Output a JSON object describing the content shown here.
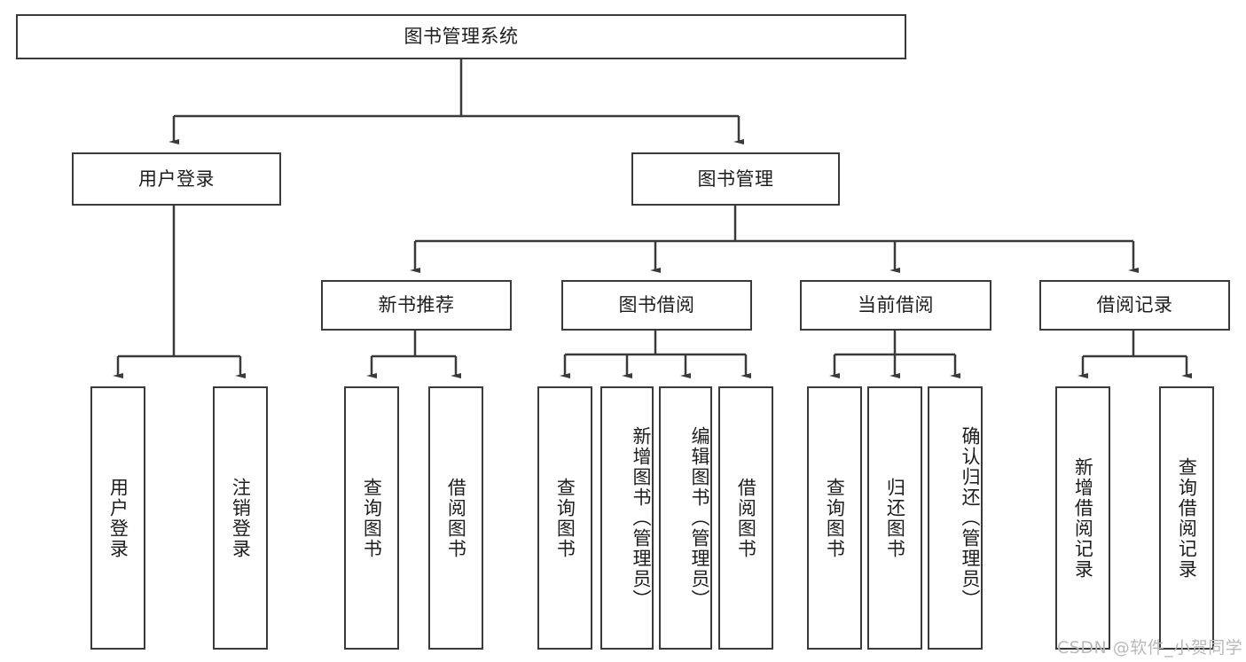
{
  "diagram": {
    "title": "图书管理系统",
    "type": "tree",
    "root": {
      "label": "图书管理系统",
      "id": "root"
    },
    "level2": [
      {
        "id": "user-login",
        "label": "用户登录"
      },
      {
        "id": "book-manage",
        "label": "图书管理"
      }
    ],
    "level3": [
      {
        "id": "new-book-rec",
        "label": "新书推荐",
        "parent": "book-manage"
      },
      {
        "id": "book-borrow",
        "label": "图书借阅",
        "parent": "book-manage"
      },
      {
        "id": "current-borrow",
        "label": "当前借阅",
        "parent": "book-manage"
      },
      {
        "id": "borrow-record",
        "label": "借阅记录",
        "parent": "book-manage"
      }
    ],
    "leaves": {
      "user-login": [
        {
          "id": "leaf-user-login",
          "label": "用户登录"
        },
        {
          "id": "leaf-user-logout",
          "label": "注销登录"
        }
      ],
      "new-book-rec": [
        {
          "id": "leaf-query-book-1",
          "label": "查询图书"
        },
        {
          "id": "leaf-borrow-book-1",
          "label": "借阅图书"
        }
      ],
      "book-borrow": [
        {
          "id": "leaf-query-book-2",
          "label": "查询图书"
        },
        {
          "id": "leaf-add-book",
          "label": "新增图书（管理员）"
        },
        {
          "id": "leaf-edit-book",
          "label": "编辑图书（管理员）"
        },
        {
          "id": "leaf-borrow-book-2",
          "label": "借阅图书"
        }
      ],
      "current-borrow": [
        {
          "id": "leaf-query-book-3",
          "label": "查询图书"
        },
        {
          "id": "leaf-return-book",
          "label": "归还图书"
        },
        {
          "id": "leaf-confirm-return",
          "label": "确认归还（管理员）"
        }
      ],
      "borrow-record": [
        {
          "id": "leaf-add-record",
          "label": "新增借阅记录"
        },
        {
          "id": "leaf-query-record",
          "label": "查询借阅记录"
        }
      ]
    }
  },
  "watermark": {
    "text": "CSDN @软件_小贺同学"
  },
  "colors": {
    "stroke": "#3a3a3a",
    "background": "#ffffff",
    "text": "#1d1d1d",
    "watermark": "#b9b9b9"
  }
}
